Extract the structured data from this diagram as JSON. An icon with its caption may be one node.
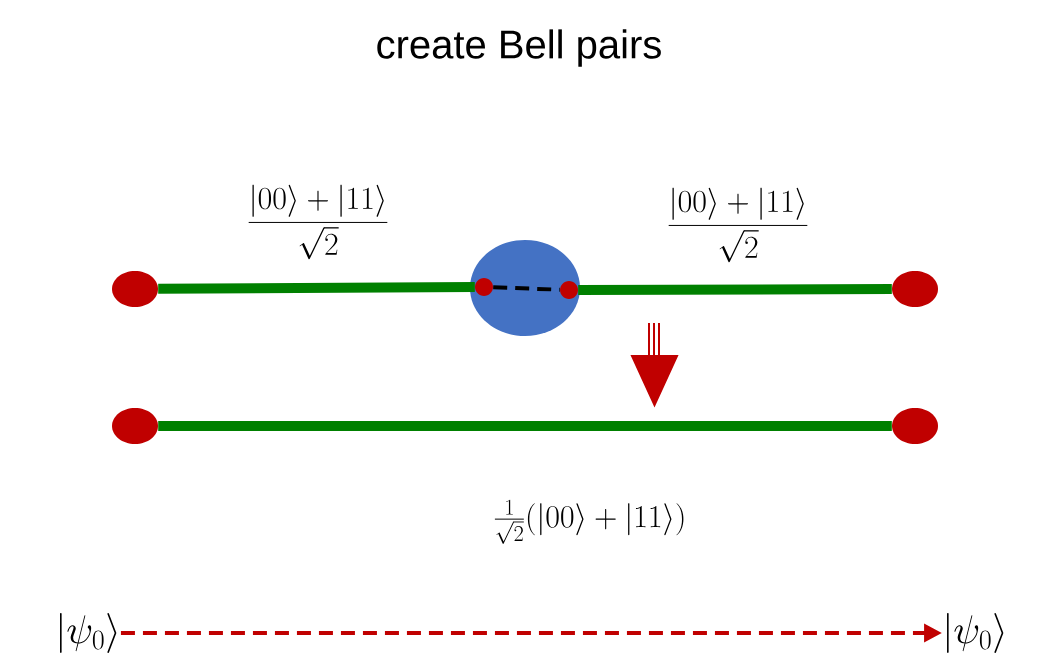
{
  "diagram": {
    "title": "create Bell pairs",
    "nodes": [
      {
        "text": [],
        "shape": "circle"
      },
      {
        "text": [],
        "shape": "circle"
      },
      {
        "text": [],
        "shape": "circle",
        "in": 1
      },
      {
        "text": [],
        "shape": "circle",
        "in": 1
      },
      {
        "text": [],
        "shape": "circle"
      },
      {
        "text": [],
        "shape": "circle"
      },
      {
        "text": [],
        "shape": "circle"
      },
      {
        "text": [
          "|\\psi_0\\rangle"
        ]
      },
      {
        "text": [
          "|\\psi_0\\rangle"
        ]
      }
    ],
    "edges": [
      {
        "from": 0,
        "to": 2,
        "arrow": "none",
        "label": "\\frac{|00\\rangle + |11\\rangle}{\\sqrt{2}}"
      },
      {
        "from": 2,
        "to": 3,
        "arrow": "none",
        "style": "dashed",
        "color": "#000000"
      },
      {
        "from": 3,
        "to": 4,
        "arrow": "none",
        "label": "\\frac{|00\\rangle + |11\\rangle}{\\sqrt{2}}"
      },
      {
        "from": 5,
        "to": 6,
        "arrow": "none"
      },
      {
        "from": 7,
        "to": 8,
        "arrow": "to",
        "style": "dashed",
        "color": "#c00000"
      }
    ],
    "labels": [
      "\\tfrac{1}{\\sqrt{2}}(|00\\rangle + |11\\rangle)"
    ]
  }
}
